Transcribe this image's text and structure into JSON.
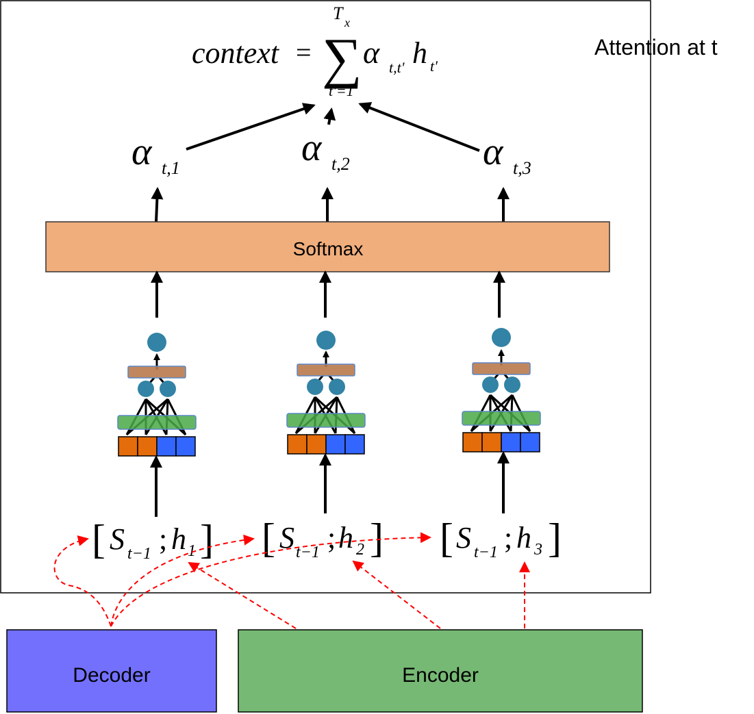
{
  "diagram_title": "Attention at t",
  "formula": {
    "lhs": "context",
    "equals": "=",
    "sum_symbol": "∑",
    "upper_limit_main": "T",
    "upper_limit_sub": "x",
    "lower_limit": "t'=1",
    "term_alpha": "α",
    "term_alpha_sub": "t,t'",
    "term_h": "h",
    "term_h_sub": "t'"
  },
  "alphas": [
    {
      "symbol": "α",
      "sub": "t,1"
    },
    {
      "symbol": "α",
      "sub": "t,2"
    },
    {
      "symbol": "α",
      "sub": "t,3"
    }
  ],
  "softmax_label": "Softmax",
  "inputs": [
    {
      "open": "[",
      "s": "S",
      "s_sub": "t−1",
      "sep": ";",
      "h": "h",
      "h_sub": "1",
      "close": "]"
    },
    {
      "open": "[",
      "s": "S",
      "s_sub": "t−1",
      "sep": ";",
      "h": "h",
      "h_sub": "2",
      "close": "]"
    },
    {
      "open": "[",
      "s": "S",
      "s_sub": "t−1",
      "sep": ";",
      "h": "h",
      "h_sub": "3",
      "close": "]"
    }
  ],
  "decoder_label": "Decoder",
  "encoder_label": "Encoder",
  "colors": {
    "softmax_fill": "#f0ae7c",
    "decoder_fill": "#7270fd",
    "encoder_fill": "#76b974",
    "node_fill": "#3283a5",
    "hidden_bar_fill": "#4aa946",
    "output_bar_fill": "#b97a4c",
    "orange_cell": "#e46c0a",
    "blue_cell": "#3366ff",
    "dashed_red": "#ff0000"
  }
}
